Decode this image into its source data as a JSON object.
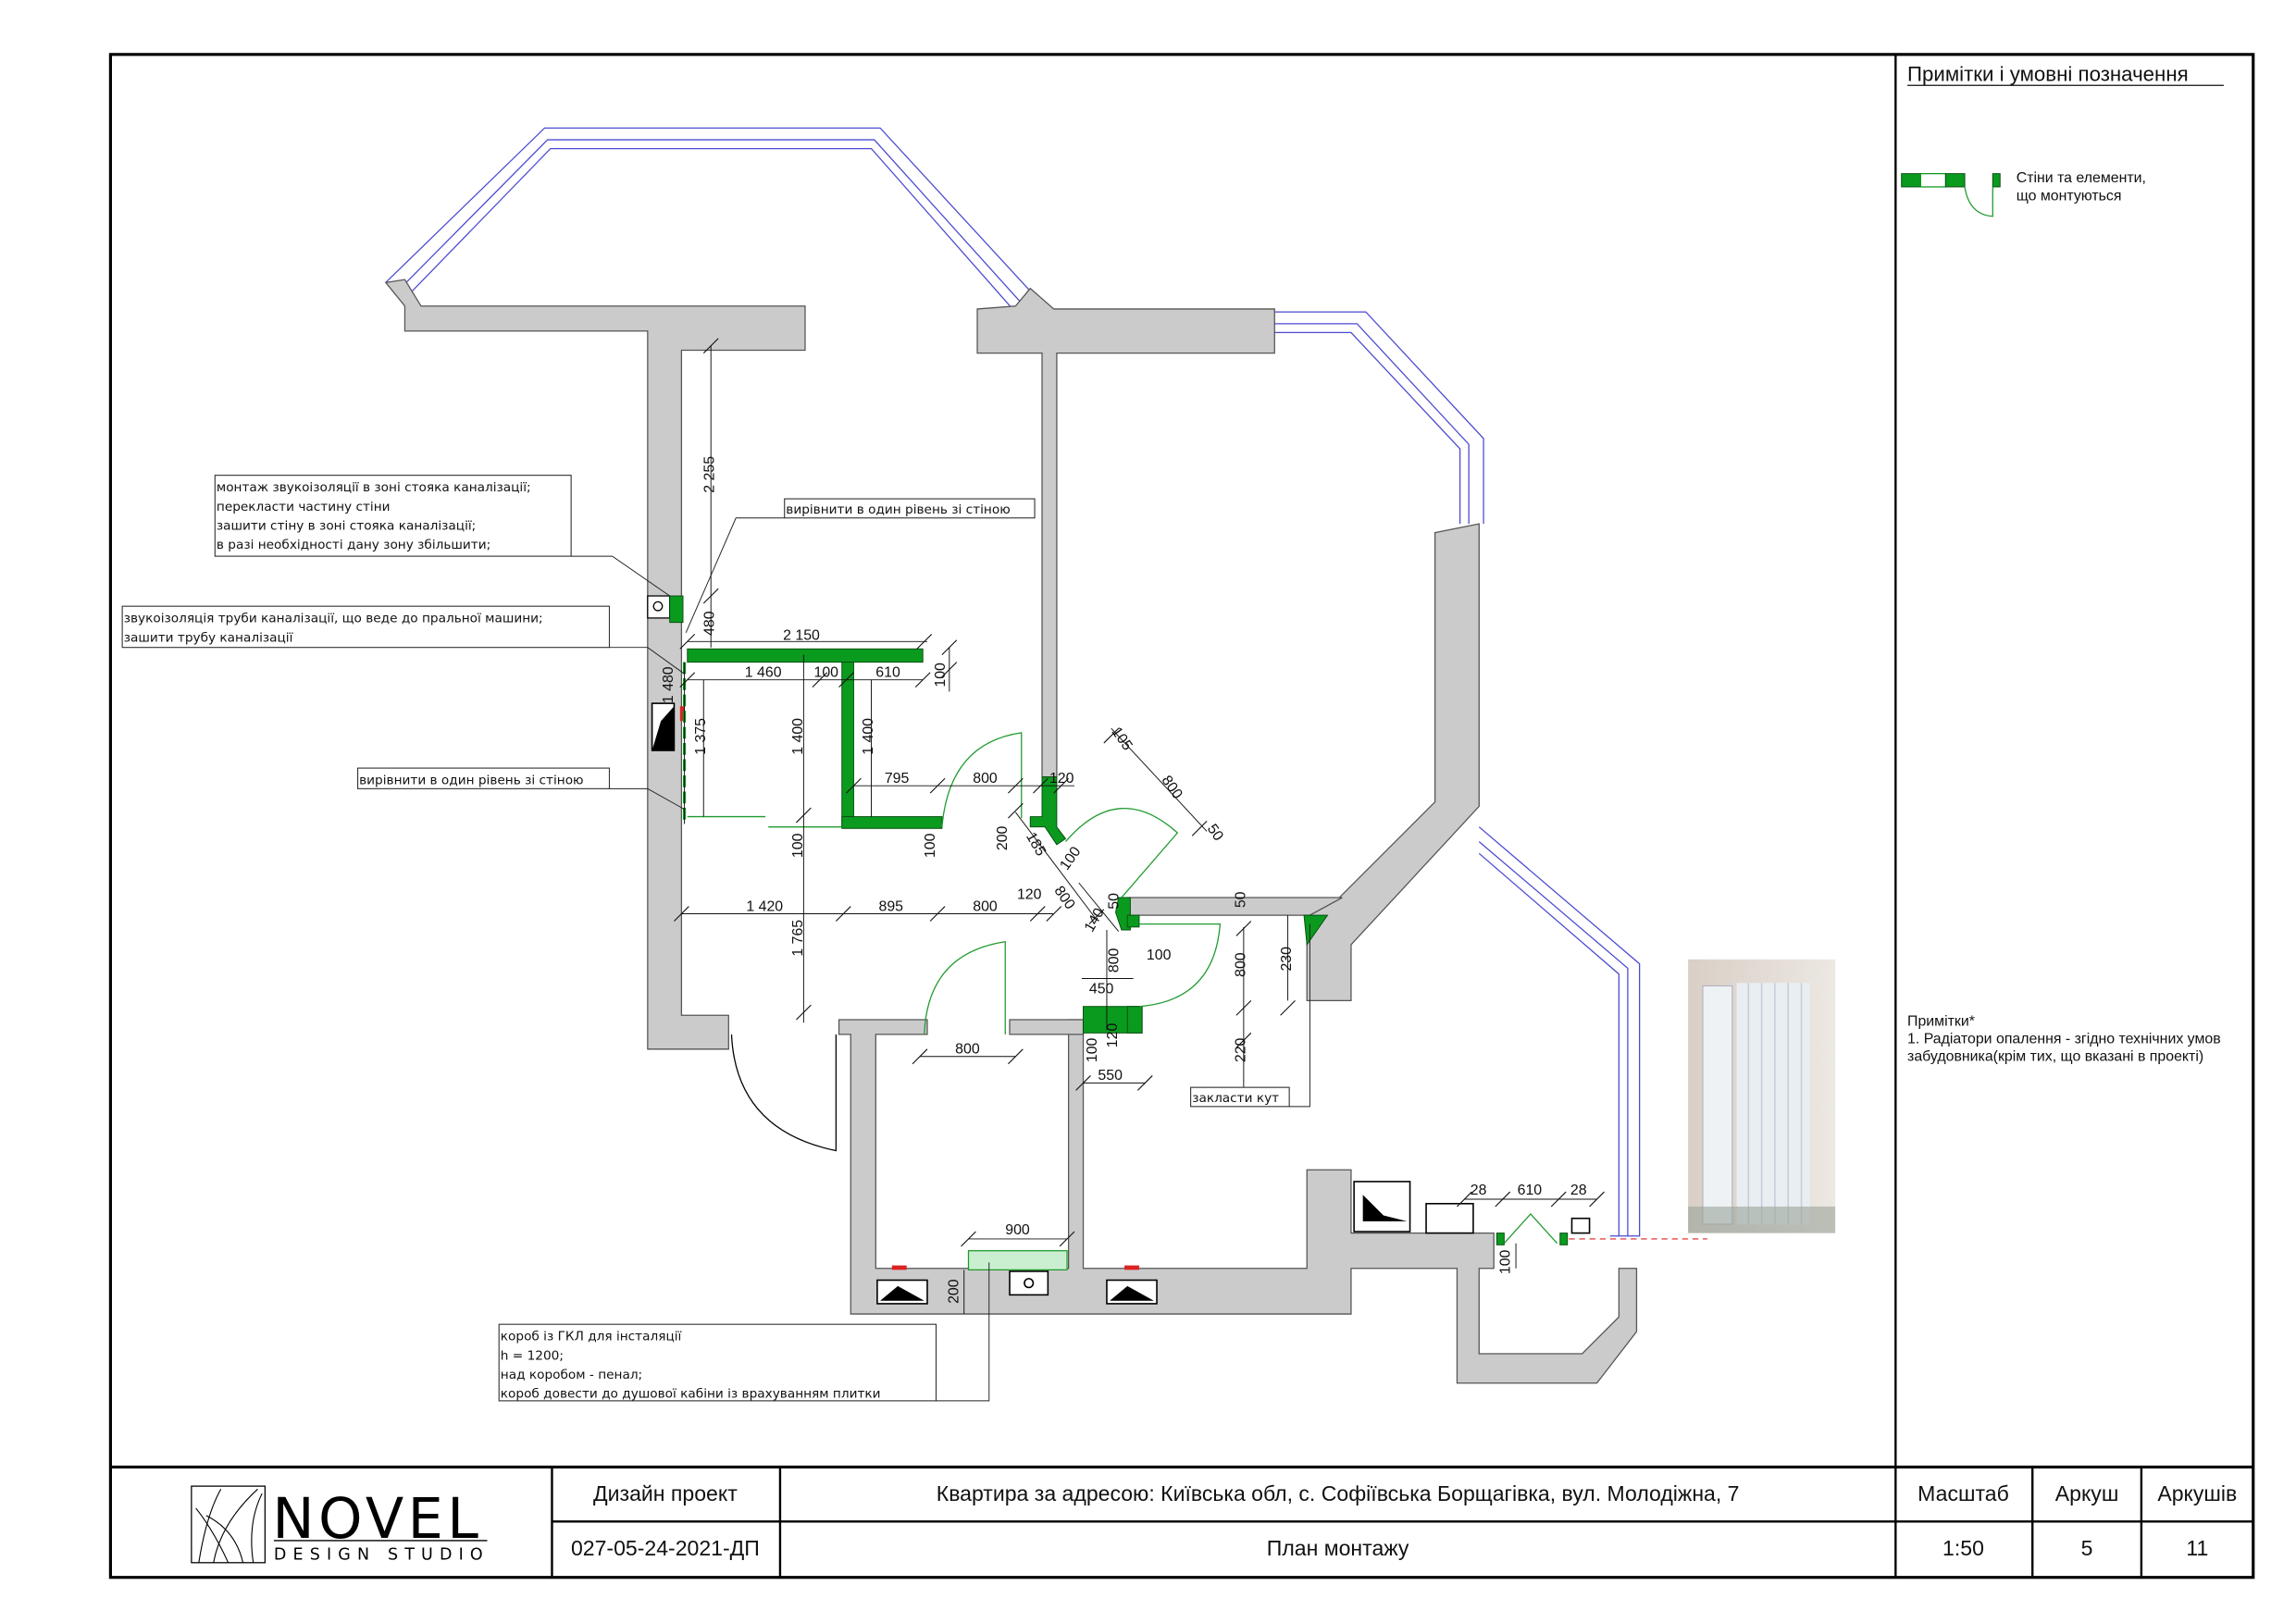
{
  "legend": {
    "title": "Примітки і умовні позначення",
    "item_line1": "Стіни та елементи,",
    "item_line2": "що монтуються",
    "notes_title": "Примітки*",
    "note1_line1": "1. Радіатори опалення - згідно технічних умов",
    "note1_line2": "забудовника(крім тих, що вказані в проекті)"
  },
  "annotations": {
    "a1": [
      "монтаж звукоізоляції в зоні стояка каналізації;",
      "перекласти частину стіни",
      "зашити стіну в зоні стояка каналізації;",
      "в разі необхідності дану зону збільшити;"
    ],
    "a2": [
      "звукоізоляція труби каналізації, що веде до пральної машини;",
      "зашити трубу каналізації"
    ],
    "a3": "вирівнити в один рівень зі стіною",
    "a4": "вирівнити в один рівень зі стіною",
    "a5": [
      "короб із ГКЛ для інсталяції",
      "h = 1200;",
      "над коробом - пенал;",
      "короб довести до душової кабіни із врахуванням плитки"
    ],
    "a6": "закласти кут"
  },
  "dims": [
    "2 255",
    "480",
    "2 150",
    "1 460",
    "100",
    "610",
    "100",
    "1 480",
    "1 375",
    "1 400",
    "1 400",
    "795",
    "800",
    "120",
    "100",
    "100",
    "200",
    "185",
    "100",
    "800",
    "105",
    "800",
    "50",
    "1 420",
    "895",
    "800",
    "120",
    "1 765",
    "50",
    "140",
    "50",
    "800",
    "100",
    "450",
    "800",
    "230",
    "100",
    "120",
    "550",
    "220",
    "800",
    "900",
    "200",
    "28",
    "610",
    "28",
    "100"
  ],
  "title_block": {
    "logo_main": "NOVEL",
    "logo_sub": "DESIGN STUDIO",
    "project_type": "Дизайн проект",
    "project_code": "027-05-24-2021-ДП",
    "address": "Квартира за адресою: Київська обл, с. Софіївська Борщагівка, вул. Молодіжна, 7",
    "sheet_name": "План монтажу",
    "scale_label": "Масштаб",
    "scale_value": "1:50",
    "sheet_label": "Аркуш",
    "sheet_value": "5",
    "sheets_label": "Аркушів",
    "sheets_value": "11"
  },
  "colors": {
    "new_elements": "#0a9a1e",
    "existing_walls": "#cbcbcb",
    "windows": "#4a4ad0"
  }
}
